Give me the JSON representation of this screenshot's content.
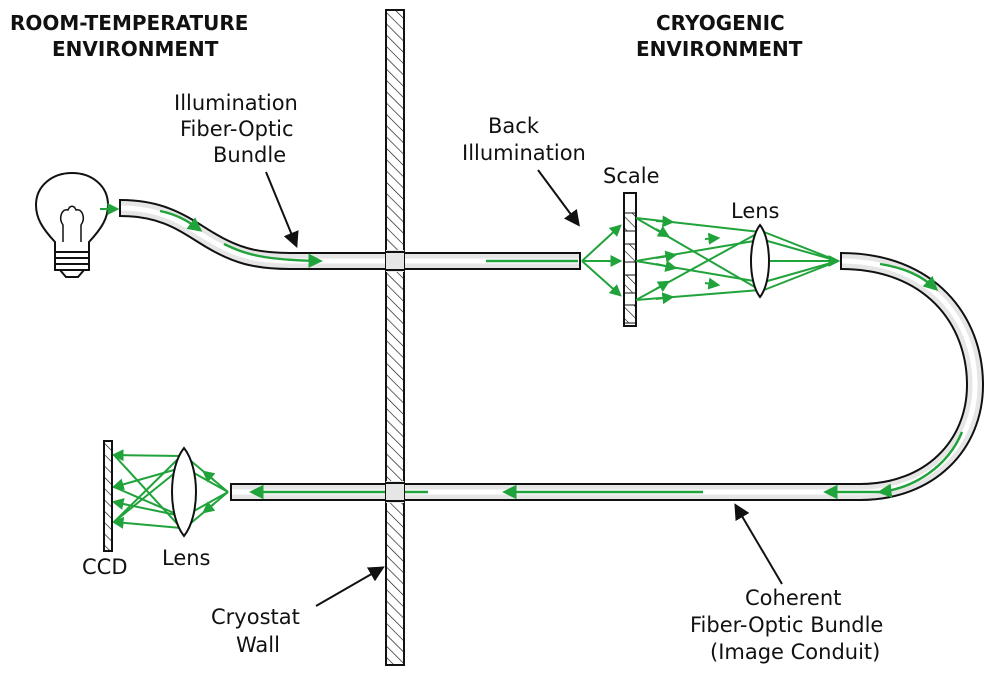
{
  "headers": {
    "room_temp": [
      "ROOM-TEMPERATURE",
      "ENVIRONMENT"
    ],
    "cryogenic": [
      "CRYOGENIC",
      "ENVIRONMENT"
    ]
  },
  "labels": {
    "illumination_bundle": [
      "Illumination",
      "Fiber-Optic",
      "Bundle"
    ],
    "back_illumination": [
      "Back",
      "Illumination"
    ],
    "scale": "Scale",
    "lens_right": "Lens",
    "lens_left": "Lens",
    "ccd": "CCD",
    "cryostat_wall": [
      "Cryostat",
      "Wall"
    ],
    "coherent_bundle": [
      "Coherent",
      "Fiber-Optic Bundle",
      "(Image Conduit)"
    ]
  },
  "colors": {
    "light_path": "#21a33b",
    "outline": "#111111",
    "fiber_fill": "#e6e6e6"
  },
  "icons": [
    "light-bulb-icon"
  ]
}
